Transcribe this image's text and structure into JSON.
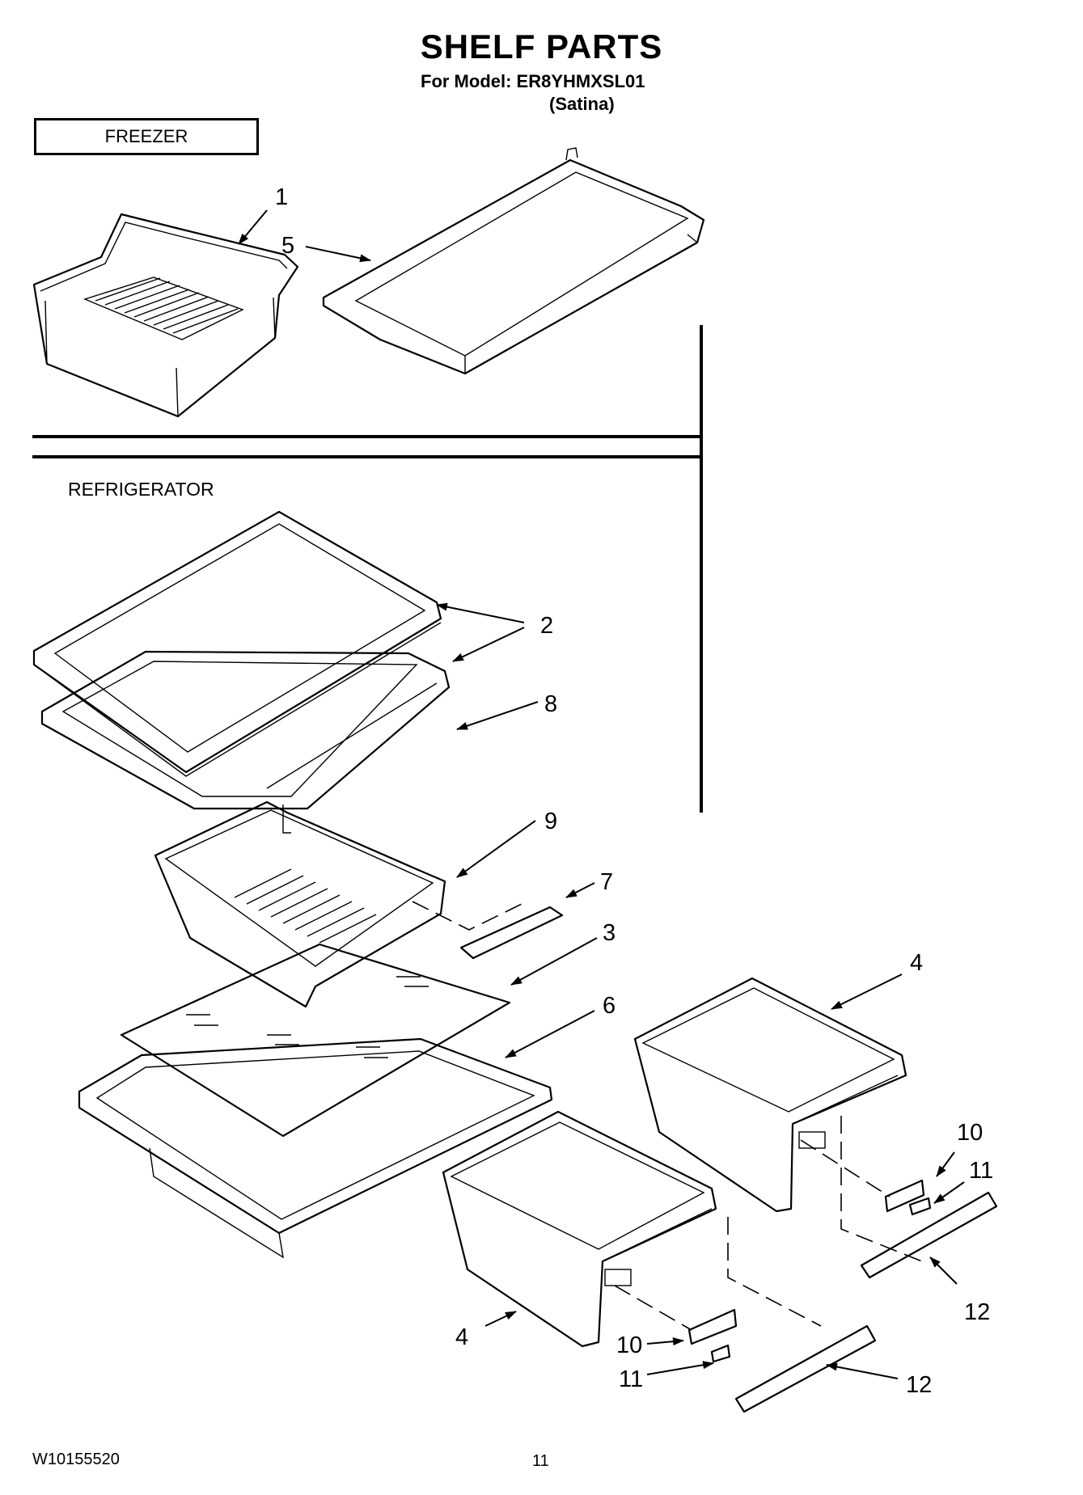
{
  "header": {
    "title": "SHELF PARTS",
    "model_line": "For Model: ER8YHMXSL01",
    "variant": "(Satina)"
  },
  "sections": {
    "freezer": "FREEZER",
    "refrigerator": "REFRIGERATOR"
  },
  "callouts": [
    {
      "id": "c1",
      "label": "1"
    },
    {
      "id": "c5",
      "label": "5"
    },
    {
      "id": "c2",
      "label": "2"
    },
    {
      "id": "c8",
      "label": "8"
    },
    {
      "id": "c9",
      "label": "9"
    },
    {
      "id": "c7",
      "label": "7"
    },
    {
      "id": "c3",
      "label": "3"
    },
    {
      "id": "c6",
      "label": "6"
    },
    {
      "id": "c4a",
      "label": "4"
    },
    {
      "id": "c10a",
      "label": "10"
    },
    {
      "id": "c11a",
      "label": "11"
    },
    {
      "id": "c12a",
      "label": "12"
    },
    {
      "id": "c4b",
      "label": "4"
    },
    {
      "id": "c10b",
      "label": "10"
    },
    {
      "id": "c11b",
      "label": "11"
    },
    {
      "id": "c12b",
      "label": "12"
    }
  ],
  "footer": {
    "document_number": "W10155520",
    "page_number": "11"
  }
}
